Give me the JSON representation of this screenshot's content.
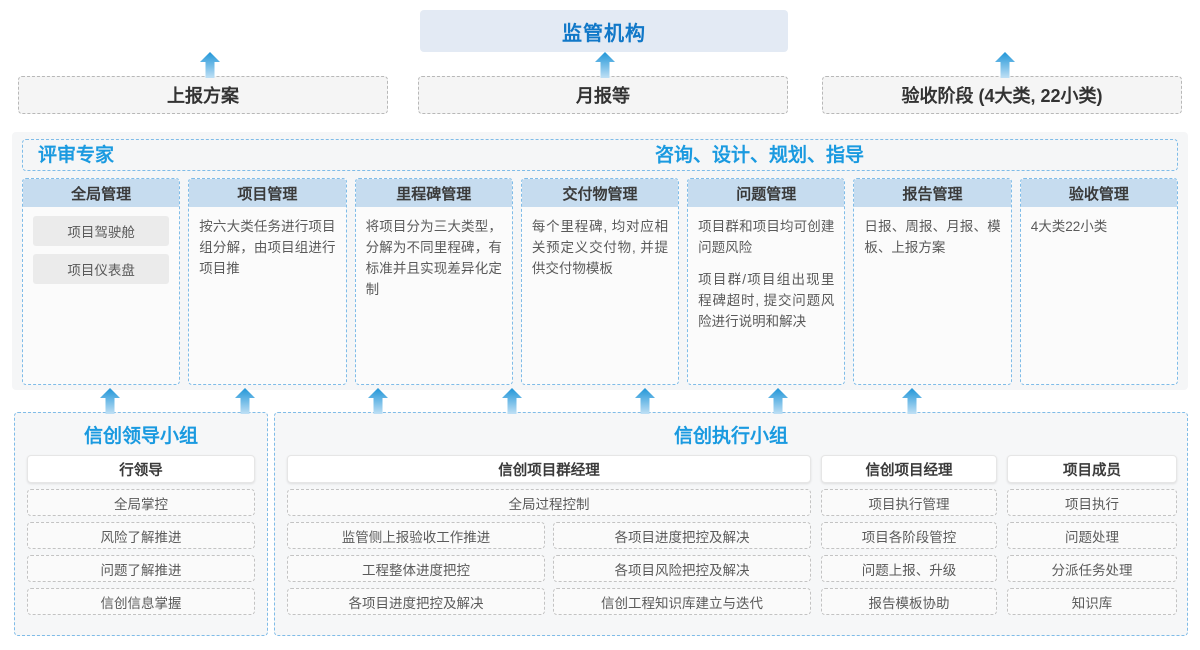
{
  "top": {
    "authority": "监管机构",
    "reports": [
      {
        "id": "plan",
        "label": "上报方案"
      },
      {
        "id": "month",
        "label": "月报等"
      },
      {
        "id": "accept",
        "label": "验收阶段 (4大类, 22小类)"
      }
    ]
  },
  "middle": {
    "role_left": "评审专家",
    "role_right": "咨询、设计、规划、指导",
    "cards": [
      {
        "title": "全局管理",
        "paragraphs": [],
        "pills": [
          "项目驾驶舱",
          "项目仪表盘"
        ]
      },
      {
        "title": "项目管理",
        "paragraphs": [
          "按六大类任务进行项目组分解，由项目组进行项目推"
        ],
        "pills": []
      },
      {
        "title": "里程碑管理",
        "paragraphs": [
          "将项目分为三大类型，分解为不同里程碑，有标准并且实现差异化定制"
        ],
        "pills": []
      },
      {
        "title": "交付物管理",
        "paragraphs": [
          "每个里程碑, 均对应相关预定义交付物, 并提供交付物模板"
        ],
        "pills": []
      },
      {
        "title": "问题管理",
        "paragraphs": [
          "项目群和项目均可创建问题风险",
          "项目群/项目组出现里程碑超时, 提交问题风险进行说明和解决"
        ],
        "pills": []
      },
      {
        "title": "报告管理",
        "paragraphs": [
          "日报、周报、月报、模板、上报方案"
        ],
        "pills": []
      },
      {
        "title": "验收管理",
        "paragraphs": [
          "4大类22小类"
        ],
        "pills": []
      }
    ]
  },
  "bottom": {
    "leader_group": {
      "title": "信创领导小组",
      "role": "行领导",
      "duties": [
        "全局掌控",
        "风险了解推进",
        "问题了解推进",
        "信创信息掌握"
      ]
    },
    "exec_group": {
      "title": "信创执行小组",
      "program_manager": {
        "role": "信创项目群经理",
        "full_width_duty": "全局过程控制",
        "duty_rows": [
          [
            "监管侧上报验收工作推进",
            "各项目进度把控及解决"
          ],
          [
            "工程整体进度把控",
            "各项目风险把控及解决"
          ],
          [
            "各项目进度把控及解决",
            "信创工程知识库建立与迭代"
          ]
        ]
      },
      "project_manager": {
        "role": "信创项目经理",
        "duties": [
          "项目执行管理",
          "项目各阶段管控",
          "问题上报、升级",
          "报告模板协助"
        ]
      },
      "project_member": {
        "role": "项目成员",
        "duties": [
          "项目执行",
          "问题处理",
          "分派任务处理",
          "知识库"
        ]
      }
    }
  },
  "arrows": {
    "icon": "arrow-up-icon",
    "color_top": "#2196d8",
    "color_bottom": "#bfe0f5",
    "top_row_x": [
      200,
      595,
      995
    ],
    "middle_row_x": [
      100,
      235,
      368,
      502,
      635,
      768,
      902
    ]
  },
  "colors": {
    "accent_blue": "#1a9ae0",
    "header_band": "#e3eaf4",
    "card_head": "#c6dcef",
    "dashed_blue": "#7fbce8",
    "dashed_gray": "#b8b8b8"
  }
}
